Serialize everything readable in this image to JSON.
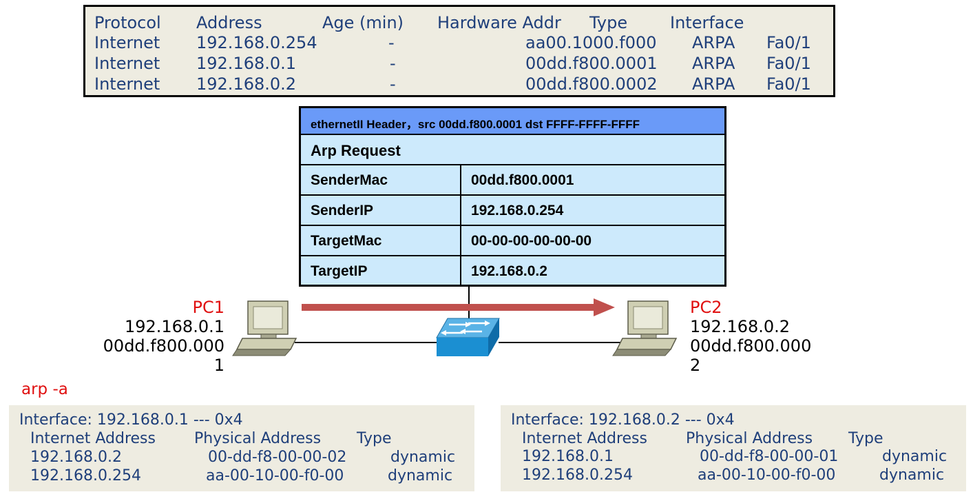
{
  "router_arp": {
    "headers": [
      "Protocol",
      "Address",
      "Age (min)",
      "Hardware Addr",
      "Type",
      "Interface"
    ],
    "rows": [
      [
        "Internet",
        "192.168.0.254",
        "-",
        "aa00.1000.f000",
        "ARPA",
        "Fa0/1"
      ],
      [
        "Internet",
        "192.168.0.1",
        "-",
        "00dd.f800.0001",
        "ARPA",
        "Fa0/1"
      ],
      [
        "Internet",
        "192.168.0.2",
        "-",
        "00dd.f800.0002",
        "ARPA",
        "Fa0/1"
      ]
    ]
  },
  "packet": {
    "header": "ethernetII Header，src 00dd.f800.0001 dst FFFF-FFFF-FFFF",
    "title": "Arp Request",
    "fields": [
      {
        "name": "SenderMac",
        "value": "00dd.f800.0001"
      },
      {
        "name": "SenderIP",
        "value": "192.168.0.254"
      },
      {
        "name": "TargetMac",
        "value": "00-00-00-00-00-00"
      },
      {
        "name": "TargetIP",
        "value": "192.168.0.2"
      }
    ],
    "colors": {
      "header": "#6a9af8",
      "rows": "#cdeafc"
    }
  },
  "pc1": {
    "name": "PC1",
    "ip": "192.168.0.1",
    "mac_line1": "00dd.f800.000",
    "mac_line2": "1"
  },
  "pc2": {
    "name": "PC2",
    "ip": "192.168.0.2",
    "mac_line1": "00dd.f800.000",
    "mac_line2": "2"
  },
  "command": "arp -a",
  "pc1_arp": {
    "interface": "Interface: 192.168.0.1 --- 0x4",
    "headers": [
      "Internet Address",
      "Physical Address",
      "Type"
    ],
    "rows": [
      [
        "192.168.0.2",
        "00-dd-f8-00-00-02",
        "dynamic"
      ],
      [
        "192.168.0.254",
        "aa-00-10-00-f0-00",
        "dynamic"
      ]
    ]
  },
  "pc2_arp": {
    "interface": "Interface: 192.168.0.2 --- 0x4",
    "headers": [
      "Internet Address",
      "Physical Address",
      "Type"
    ],
    "rows": [
      [
        "192.168.0.1",
        "00-dd-f8-00-00-01",
        "dynamic"
      ],
      [
        "192.168.0.254",
        "aa-00-10-00-f0-00",
        "dynamic"
      ]
    ]
  },
  "colors": {
    "label_red": "#e01010",
    "arrow": "#c0504d",
    "text_blue": "#1f3f7a",
    "panel": "#eeece1"
  },
  "icons": [
    "pc1-computer-icon",
    "pc2-computer-icon",
    "switch-icon",
    "arrow-right-icon"
  ]
}
